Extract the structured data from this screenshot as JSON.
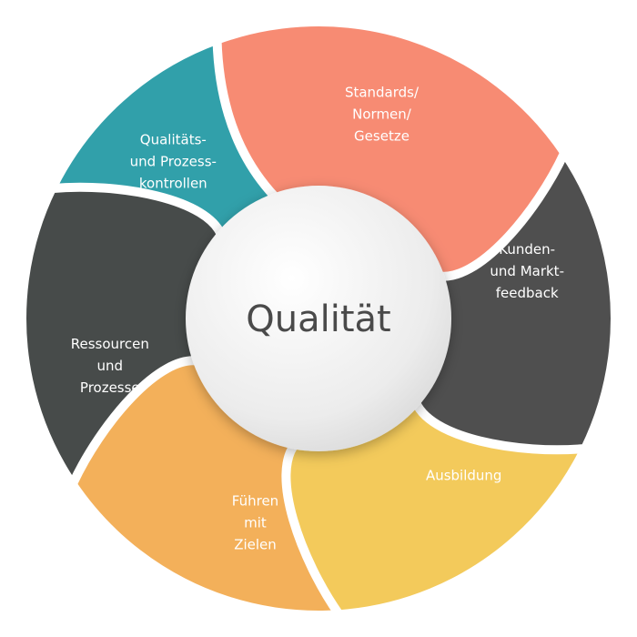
{
  "diagram": {
    "center": {
      "label": "Qualität",
      "fill": "#ececec",
      "text_color": "#4a4a4a"
    },
    "segments": [
      {
        "id": "standards",
        "lines": [
          "Standards/",
          "Normen/",
          "Gesetze"
        ],
        "color": "#f78b73"
      },
      {
        "id": "kunden",
        "lines": [
          "Kunden-",
          "und Markt-",
          "feedback"
        ],
        "color": "#4f4f4f"
      },
      {
        "id": "ausbildung",
        "lines": [
          "Ausbildung"
        ],
        "color": "#f3ca5b"
      },
      {
        "id": "fuehren",
        "lines": [
          "Führen",
          "mit",
          "Zielen"
        ],
        "color": "#f3b05a"
      },
      {
        "id": "ressourcen",
        "lines": [
          "Ressourcen",
          "und",
          "Prozesse"
        ],
        "color": "#474b4a"
      },
      {
        "id": "qualitaet",
        "lines": [
          "Qualitäts-",
          "und Prozess-",
          "kontrollen"
        ],
        "color": "#31a0aa"
      }
    ]
  }
}
